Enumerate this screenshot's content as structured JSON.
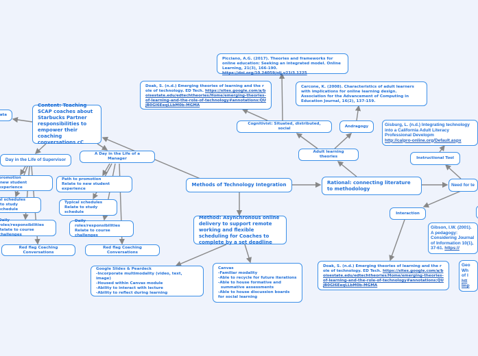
{
  "colors": {
    "background": "#eff3fc",
    "node_border": "#3b8fe8",
    "node_text": "#1f6fd8",
    "edge": "#888888"
  },
  "central": {
    "label": "Methods of Technology Integration"
  },
  "content": {
    "label": "Content: Teaching SCAP coaches about Starbucks Partner responsibilities to empower their coaching conversations cC"
  },
  "left_stub": {
    "label": "ata"
  },
  "supervisor": {
    "label": "Day in the Life of Supervisor",
    "children": [
      "promotion\n new student experience",
      "al schedules\n to study schedule",
      "Daily roles/responsibilities\nRelate to course challenges",
      "Red flag Coaching Conversations"
    ]
  },
  "manager": {
    "label": "A Day in the Life of a Manager",
    "children": [
      "Path to promotion\nRelate to new student experience",
      "Typical schedules\nRelate to study schedule",
      "Daily roles/responsibilities\nRelate to course challenges",
      "Red flag Coaching Conversations"
    ]
  },
  "method": {
    "label": "Method: Asynchronous online delivery to support remote working and flexible scheduling for Coaches to complete by a set deadline"
  },
  "google": {
    "lines": [
      "Google Slides & Peardeck",
      "-Incorporate multimodality (video, text, image)",
      "-Housed within Canvas module",
      "-Ability to interact with lecture",
      "-Ability to reflect during learning"
    ]
  },
  "canvas": {
    "lines": [
      "Canvas",
      "-Familiar modality",
      "-Able to recycle for future iterations",
      "-Able to house formative and",
      "  summative assessments",
      "-Able to house discussion boards for social learning"
    ]
  },
  "rational": {
    "label": "Rational: connecting literature to methodology"
  },
  "adult": {
    "label": "Adult learning theories"
  },
  "cognitivist": {
    "label": "Cognitivist: Situated, distributed, social"
  },
  "andragogy": {
    "label": "Andragogy"
  },
  "picciano": {
    "text": "Picciano, A.G. (2017). Theories and frameworks for online education: Seeking an integrated model. Online Learning, 21(3), 166-190. ",
    "link": "https://doi.org/10.24059/olj.v21i3.1225"
  },
  "doak_top": {
    "text": "Doak, S. (n.d.) Emerging theories of learning and the role of technology. ED Tech. ",
    "link": "https://sites.google.com/a/boisestate.edu/edtechtheories/Home/emerging-theories-of-learning-and-the-role-of-technology#annotations:QUjB0GI6EeqLLbM0b-MGMA"
  },
  "carcone": {
    "text": "Carcone, K. (2008). Characteristics of adult learners with implications for online learning design. Association for the Advancement of Computing in Education Journal, 16(2), 137-159."
  },
  "gisburg": {
    "text": "Gisburg, L. (n.d.) Integrating technology into a California Adult Literacy Professional Developm",
    "link": "http://calpro-online.org/Default.aspx"
  },
  "instructional": {
    "label": "Instructional Tool"
  },
  "need": {
    "label": "Need for te"
  },
  "interaction": {
    "label": "Interaction"
  },
  "gibson": {
    "text": "Gibson, I.W. (2001). A pedagogy: Considering Journal of Information 10(1), 37-61. ",
    "link": "https://"
  },
  "doak_bottom": {
    "text": "Doak, S. (n.d.) Emerging theories of learning and the role of technology. ED Tech. ",
    "link": "https://sites.google.com/a/boisestate.edu/edtechtheories/Home/emerging-theories-of-learning-and-the-role-of-technology#annotations:QUjB0GI6EeqLLbM0b-MGMA"
  },
  "geo": {
    "lines": [
      "Geo",
      "Wh",
      "of I",
      "htt",
      "Imp"
    ]
  }
}
